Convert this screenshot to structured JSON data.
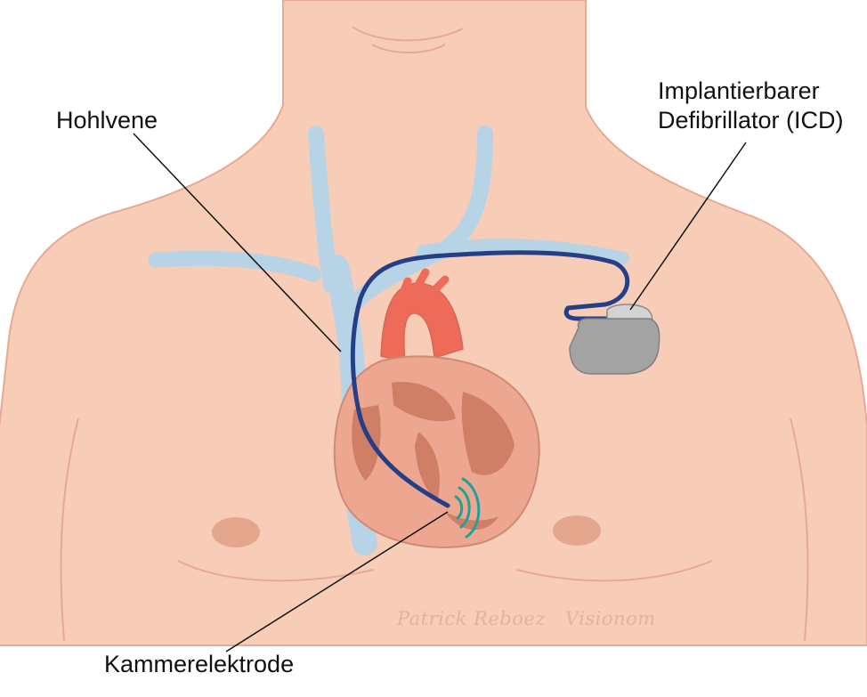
{
  "labels": {
    "vena_cava": "Hohlvene",
    "icd_line1": "Implantierbarer",
    "icd_line2": "Defibrillator (ICD)",
    "ventricular_lead": "Kammerelektrode"
  },
  "signature": {
    "author": "Patrick Reboez",
    "studio": "Visionom"
  },
  "colors": {
    "skin": "#f8cdb8",
    "skin_outline": "#e7a992",
    "nipple": "#e4a68d",
    "vein": "#b7d3e6",
    "heart": "#eda790",
    "heart_dark": "#cf7f66",
    "aorta": "#ee6b5a",
    "lead": "#243f86",
    "device": "#a3a3a3",
    "device_header": "#d3d3d3",
    "shock_waves": "#1aa39b",
    "leader_line": "#111111"
  }
}
